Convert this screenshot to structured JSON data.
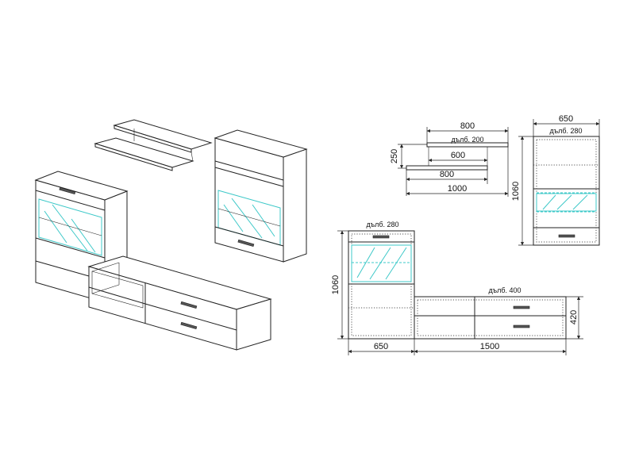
{
  "drawing": {
    "shelf_diagram": {
      "width_total": "800",
      "depth_label": "дълб. 200",
      "inner_width": "600",
      "height": "250",
      "lower_width": "800",
      "overall_width": "1000"
    },
    "wall_cabinet": {
      "width": "650",
      "depth_label": "дълб. 280",
      "height": "1060"
    },
    "tall_cabinet": {
      "depth_label": "дълб. 280",
      "height": "1060",
      "width": "650"
    },
    "tv_unit": {
      "depth_label": "дълб. 400",
      "height": "420",
      "width": "1500"
    }
  }
}
